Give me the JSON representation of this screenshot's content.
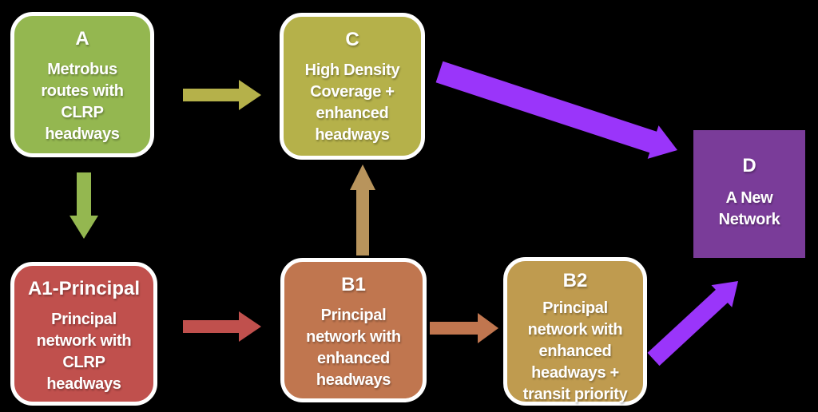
{
  "colors": {
    "background": "#000000",
    "green": "#94B750",
    "olive": "#B5B14A",
    "red": "#C0504D",
    "rust": "#C0764F",
    "tan": "#BF9B4F",
    "gold": "#B8945C",
    "purple_box": "#7A3C99",
    "purple_arrow": "#9A35FA",
    "border": "#FFFFFF",
    "text": "#FFFFFF"
  },
  "nodes": {
    "a": {
      "label": "A",
      "description": "Metrobus\nroutes with\nCLRP\nheadways"
    },
    "c": {
      "label": "C",
      "description": "High Density\nCoverage +\nenhanced\nheadways"
    },
    "a1": {
      "label": "A1-Principal",
      "description": "Principal\nnetwork with\nCLRP\nheadways"
    },
    "b1": {
      "label": "B1",
      "description": "Principal\nnetwork with\nenhanced\nheadways"
    },
    "b2": {
      "label": "B2",
      "description": "Principal\nnetwork with\nenhanced\nheadways +\ntransit priority"
    },
    "d": {
      "label": "D",
      "description": "A New\nNetwork"
    }
  },
  "edges": [
    {
      "from": "A",
      "to": "C",
      "color_key": "olive"
    },
    {
      "from": "A",
      "to": "A1",
      "color_key": "green"
    },
    {
      "from": "A1",
      "to": "B1",
      "color_key": "red"
    },
    {
      "from": "B1",
      "to": "C",
      "color_key": "gold"
    },
    {
      "from": "B1",
      "to": "B2",
      "color_key": "rust"
    },
    {
      "from": "C",
      "to": "D",
      "color_key": "purple_arrow"
    },
    {
      "from": "B2",
      "to": "D",
      "color_key": "purple_arrow"
    }
  ]
}
